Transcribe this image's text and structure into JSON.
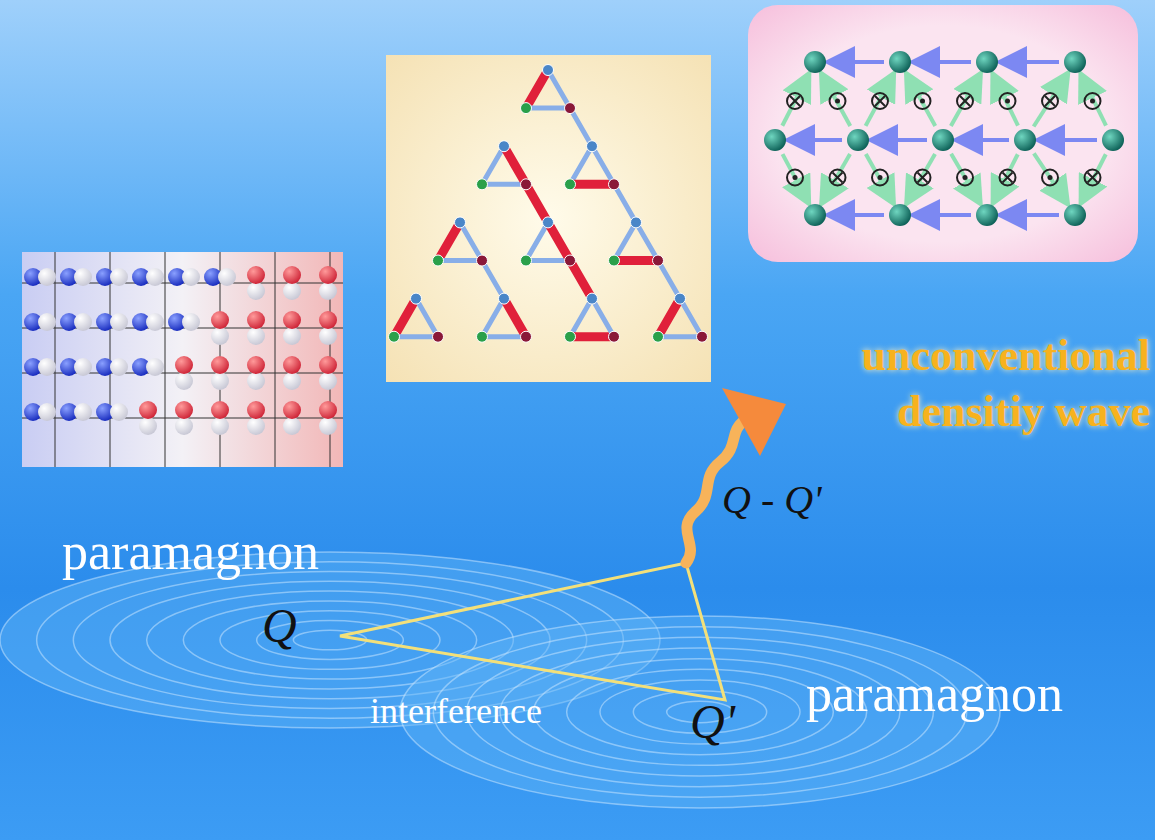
{
  "diagram": {
    "labels": [
      "unconventional densitiy wave",
      "paramagnon",
      "Q",
      "Q - Q'",
      "interference",
      "Q'",
      "paramagnon"
    ]
  }
}
